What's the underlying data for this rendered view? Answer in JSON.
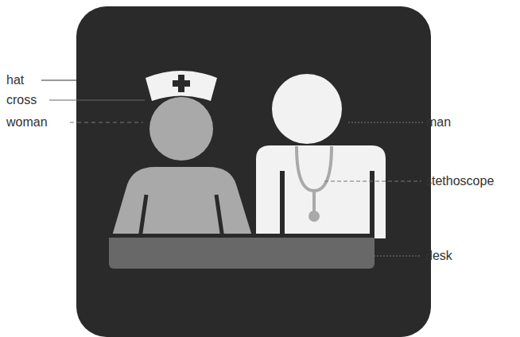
{
  "diagram": {
    "labels": [
      "hat",
      "cross",
      "woman",
      "man",
      "stethoscope",
      "desk"
    ]
  }
}
